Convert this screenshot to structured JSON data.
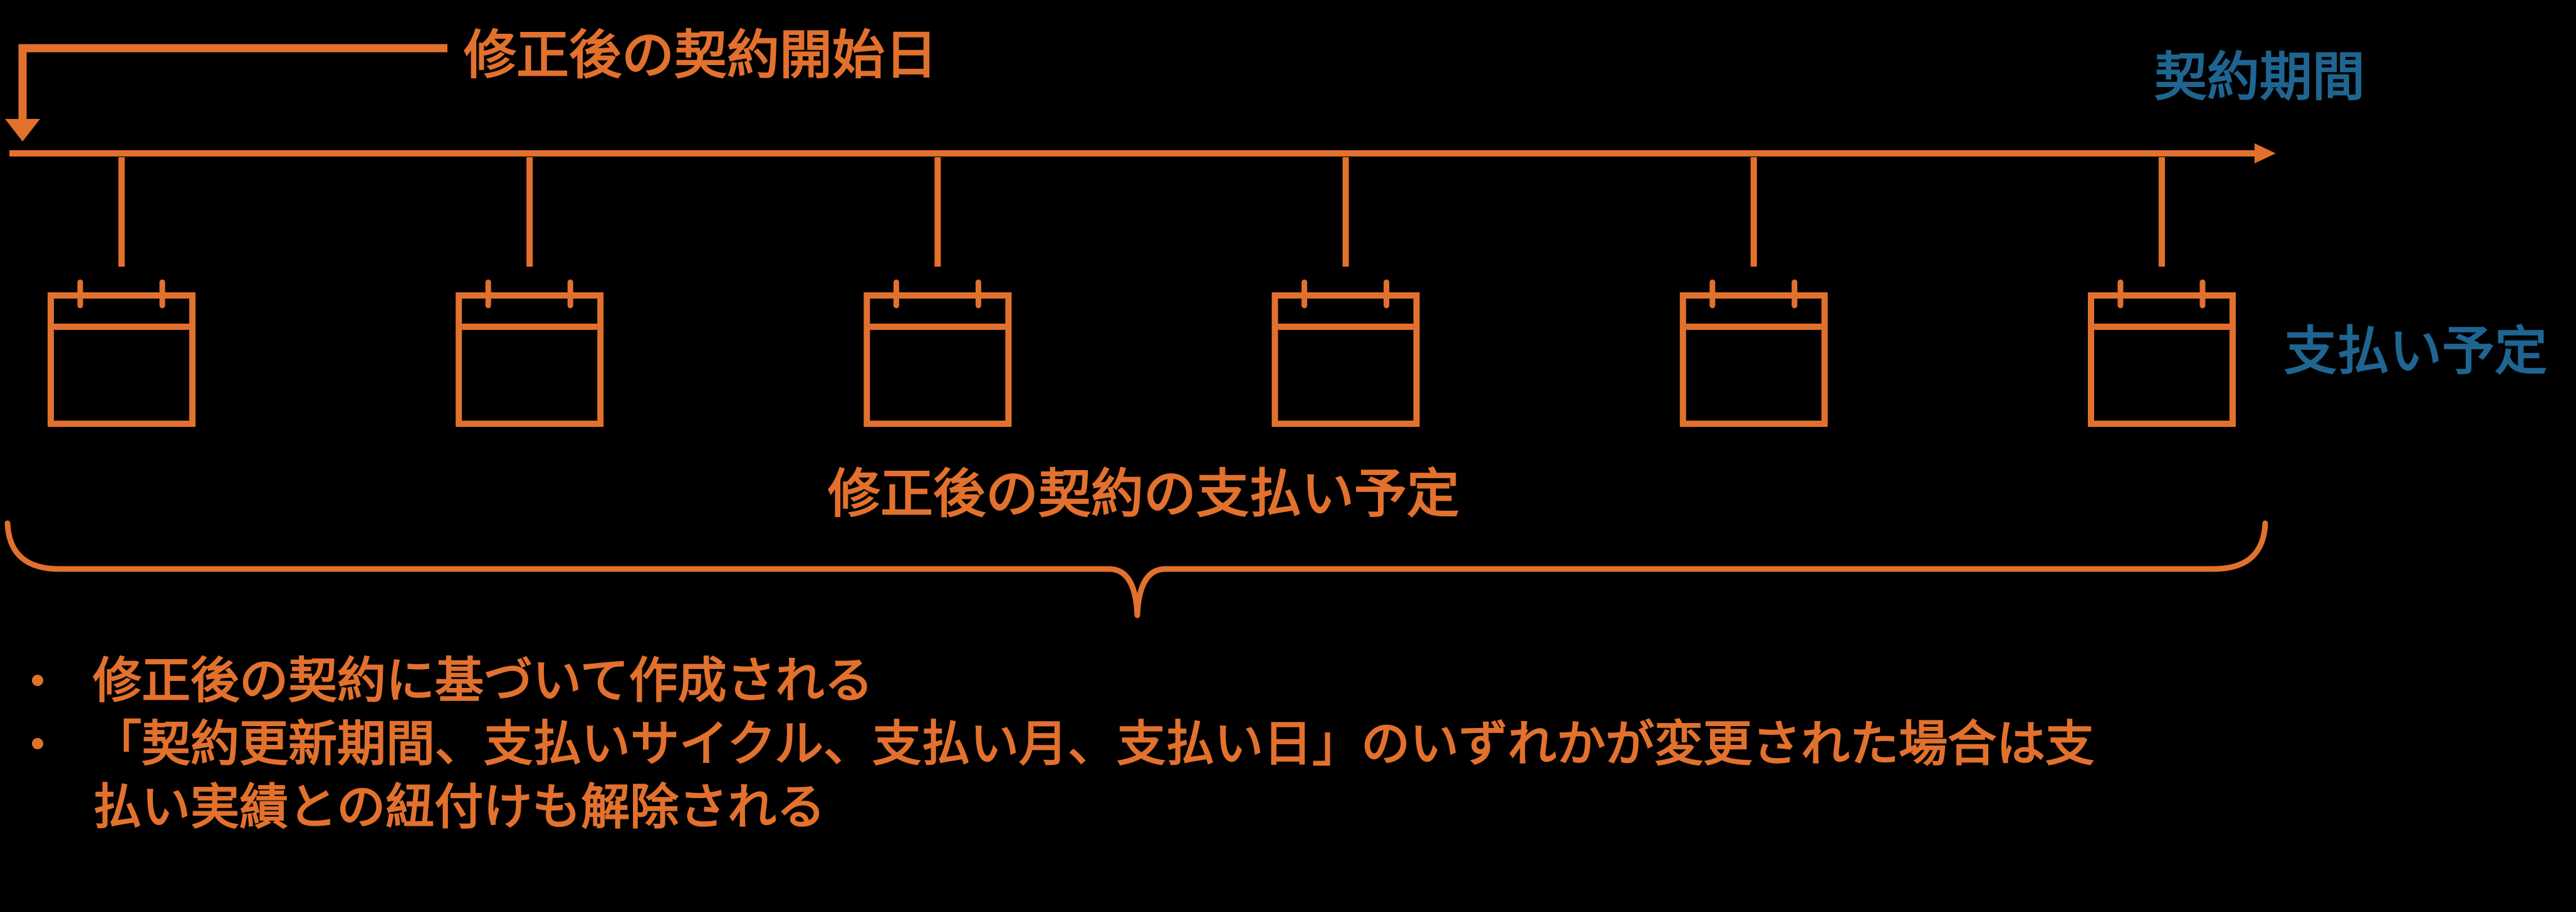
{
  "colors": {
    "orange": "#E2712E",
    "blue": "#1F6591",
    "background": "#000000"
  },
  "labels": {
    "contract_start": "修正後の契約開始日",
    "contract_period": "契約期間",
    "payment_schedule": "支払い予定",
    "amended_schedule": "修正後の契約の支払い予定"
  },
  "payments": {
    "count": 6
  },
  "notes": [
    {
      "marker": "•",
      "lines": [
        "修正後の契約に基づいて作成される"
      ]
    },
    {
      "marker": "•",
      "lines": [
        "「契約更新期間、支払いサイクル、支払い月、支払い日」のいずれかが変更された場合は支",
        "払い実績との紐付けも解除される"
      ]
    }
  ]
}
